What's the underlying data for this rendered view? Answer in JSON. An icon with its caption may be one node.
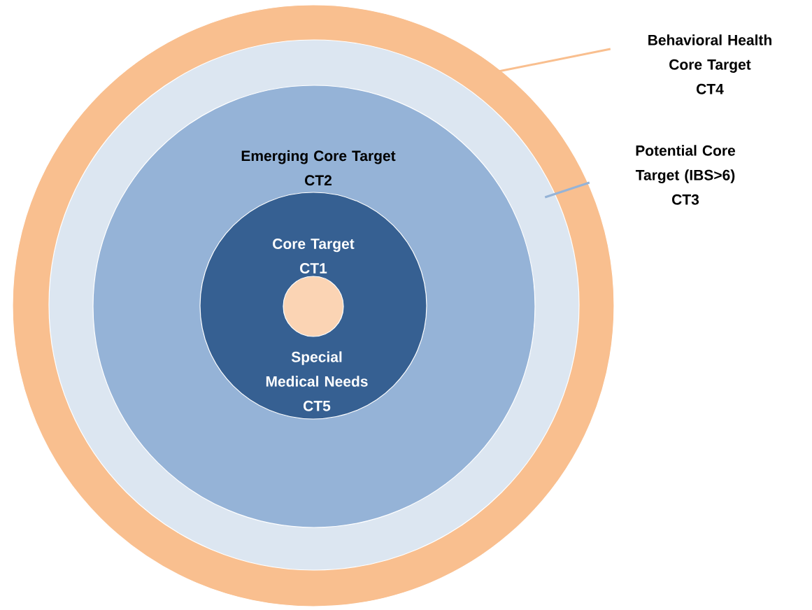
{
  "diagram": {
    "nodes": [
      {
        "text": [],
        "shape": "circle"
      },
      {
        "text": [
          "Behavioral Health Core Target",
          "CT4"
        ]
      },
      {
        "text": [],
        "shape": "circle",
        "in": 0
      },
      {
        "text": [
          "Potential Core Target (IBS>6)",
          "CT3"
        ]
      },
      {
        "text": [
          "Emerging Core Target",
          "CT2"
        ],
        "in": 2
      },
      {
        "text": [
          "Core Target",
          "CT1",
          "Special Medical Needs",
          "CT5"
        ],
        "in": 4
      },
      {
        "text": [],
        "shape": "circle",
        "in": 5
      }
    ],
    "edges": [
      {
        "from": 1,
        "to": 0,
        "arrow": "none",
        "color": "#f9bf8f"
      },
      {
        "from": 3,
        "to": 2,
        "arrow": "none",
        "color": "#95b3d7"
      }
    ]
  }
}
